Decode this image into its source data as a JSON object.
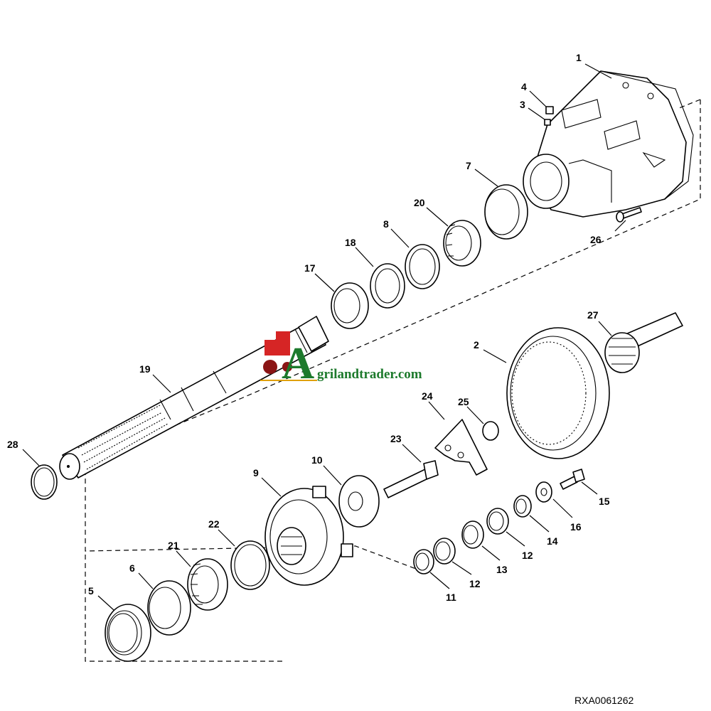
{
  "diagram": {
    "reference_code": "RXA0061262",
    "watermark": {
      "text": "grilandtrader.com",
      "letter": "A"
    },
    "callouts": [
      "1",
      "2",
      "3",
      "4",
      "5",
      "6",
      "7",
      "8",
      "9",
      "10",
      "11",
      "12",
      "12",
      "13",
      "14",
      "15",
      "16",
      "17",
      "18",
      "19",
      "20",
      "21",
      "22",
      "23",
      "24",
      "25",
      "26",
      "27",
      "28"
    ]
  }
}
